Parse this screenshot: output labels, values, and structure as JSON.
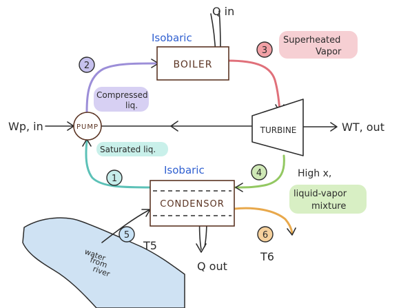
{
  "labels": {
    "q_in": "Q in",
    "isobaric_top": "Isobaric",
    "boiler": "BOILER",
    "superheated_line1": "Superheated",
    "superheated_line2": "Vapor",
    "state2": "2",
    "state3": "3",
    "state4": "4",
    "state1": "1",
    "state5": "5",
    "state6": "6",
    "compressed_line1": "Compressed",
    "compressed_line2": "liq.",
    "wp_in": "Wp, in",
    "pump": "PUMP",
    "turbine": "TURBINE",
    "wt_out": "WT, out",
    "saturated": "Saturated liq.",
    "isobaric_bottom": "Isobaric",
    "high_x": "High x,",
    "mixture_line1": "liquid-vapor",
    "mixture_line2": "mixture",
    "condensor": "CONDENSOR",
    "t5": "T5",
    "t6": "T6",
    "q_out": "Q out",
    "river_line1": "water",
    "river_line2": "from",
    "river_line3": "river"
  },
  "colors": {
    "ink": "#2b2b2b",
    "box_outline": "#5a3322",
    "blue_text": "#2f5fd0",
    "pump_to_boiler": "#9c8ed8",
    "boiler_to_turbine": "#e0707a",
    "turbine_to_condenser": "#93c862",
    "condenser_to_pump": "#5cc1b7",
    "condenser_outflow": "#e8a84b",
    "river_water": "#cfe2f3",
    "state2_fill": "#c6c1ee",
    "state3_fill": "#f2a1a6",
    "state4_fill": "#cfe8b6",
    "state1_fill": "#c6ecea",
    "state5_fill": "#c8e2f6",
    "state6_fill": "#f6d19d",
    "compressed_highlight": "#d7d0f3",
    "superheated_highlight": "#f6cfd3",
    "saturated_highlight": "#c9f0ea",
    "mixture_highlight": "#d8efc4"
  }
}
